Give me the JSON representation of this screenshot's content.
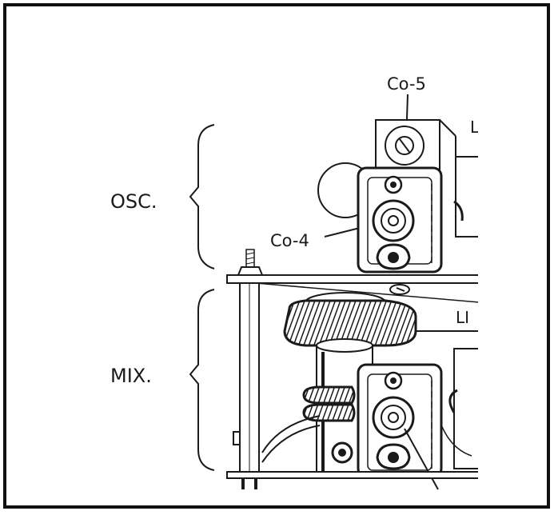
{
  "labels": {
    "co5": "Co-5",
    "co4": "Co-4",
    "osc": "OSC.",
    "mix": "MIX.",
    "l_top": "L",
    "l_mid": "LI"
  },
  "colors": {
    "ink": "#1a1a1a",
    "paper": "#ffffff"
  }
}
